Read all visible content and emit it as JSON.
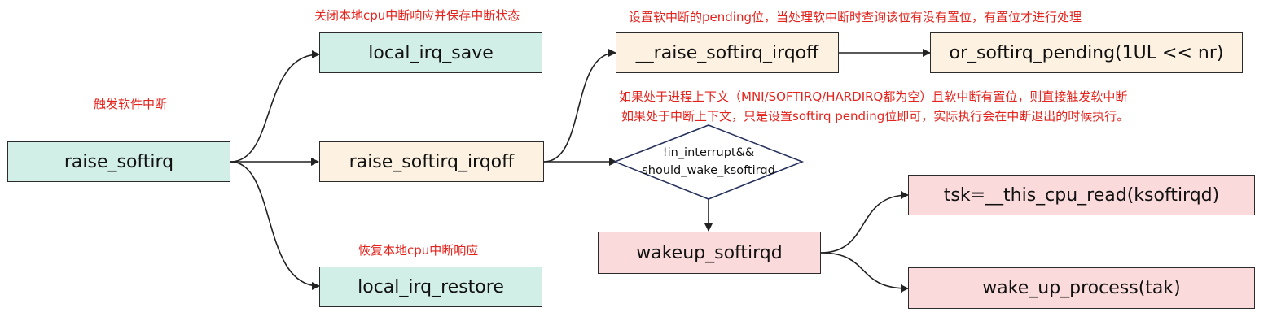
{
  "nodes": {
    "raise_softirq": "raise_softirq",
    "local_irq_save": "local_irq_save",
    "raise_softirq_irqoff": "raise_softirq_irqoff",
    "local_irq_restore": "local_irq_restore",
    "raise_softirq_irqoff_inner": "__raise_softirq_irqoff",
    "or_softirq_pending": "or_softirq_pending(1UL << nr)",
    "condition_line1": "!in_interrupt&&",
    "condition_line2": "should_wake_ksoftirqd",
    "wakeup_softirqd": "wakeup_softirqd",
    "tsk_read": "tsk=__this_cpu_read(ksoftirqd)",
    "wake_up_process": "wake_up_process(tak)"
  },
  "notes": {
    "trigger": "触发软件中断",
    "save": "关闭本地cpu中断响应并保存中断状态",
    "restore": "恢复本地cpu中断响应",
    "pending": "设置软中断的pending位，当处理软中断时查询该位有没有置位，有置位才进行处理",
    "context_line1": "如果处于进程上下文（MNI/SOFTIRQ/HARDIRQ都为空）且软中断有置位，则直接触发软中断",
    "context_line2": "如果处于中断上下文，只是设置softirq pending位即可，实际执行会在中断退出的时候执行。"
  },
  "colors": {
    "green": "#d2efe7",
    "cream": "#fdf2e2",
    "pink": "#fadada",
    "note_red": "#e3231c",
    "line": "#222222"
  }
}
